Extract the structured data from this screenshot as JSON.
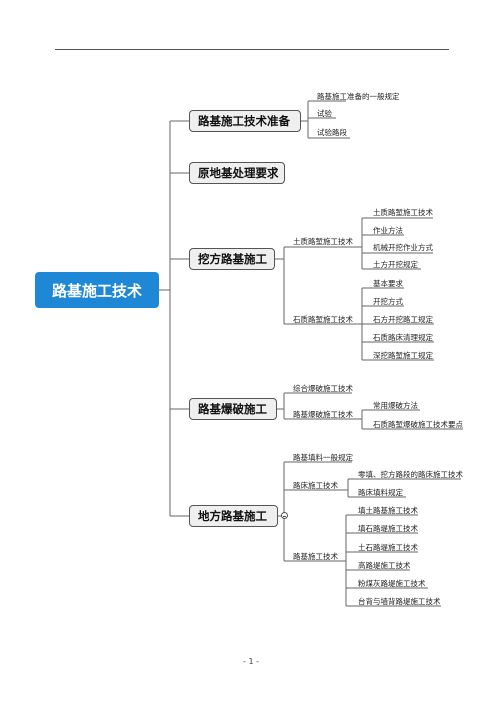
{
  "root": "路基施工技术",
  "branches": {
    "prep": {
      "label": "路基施工技术准备",
      "children": [
        "路基施工准备的一般规定",
        "试验",
        "试验路段"
      ]
    },
    "ground": {
      "label": "原地基处理要求"
    },
    "excavation": {
      "label": "挖方路基施工",
      "soil": {
        "label": "土质路堑施工技术",
        "children": [
          "土质路堑施工技术",
          "作业方法",
          "机械开挖作业方式",
          "土方开挖规定"
        ]
      },
      "rock": {
        "label": "石质路堑施工技术",
        "children": [
          "基本要求",
          "开挖方式",
          "石方开挖路工规定",
          "石质路床清理规定",
          "深挖路堑施工规定"
        ]
      }
    },
    "blasting": {
      "label": "路基爆破施工",
      "general": "综合爆破施工技术",
      "blast": {
        "label": "路基爆破施工技术",
        "children": [
          "常用爆破方法",
          "石质路堑爆破施工技术要点"
        ]
      }
    },
    "fill": {
      "label": "地方路基施工",
      "material": "路基填料一般规定",
      "bed": {
        "label": "路床施工技术",
        "children": [
          "零填、挖方路段的路床施工技术",
          "路床填料规定"
        ]
      },
      "embankment": {
        "label": "路基施工技术",
        "children": [
          "填土路基施工技术",
          "填石路堤施工技术",
          "土石路堤施工技术",
          "高路堤施工技术",
          "粉煤灰路堤施工技术",
          "台背与墙背路堤施工技术"
        ]
      }
    }
  },
  "footer": {
    "page": "- 1 -"
  },
  "colors": {
    "root": "#1e88d6",
    "node_fill": "#efefef",
    "line": "#555555"
  }
}
